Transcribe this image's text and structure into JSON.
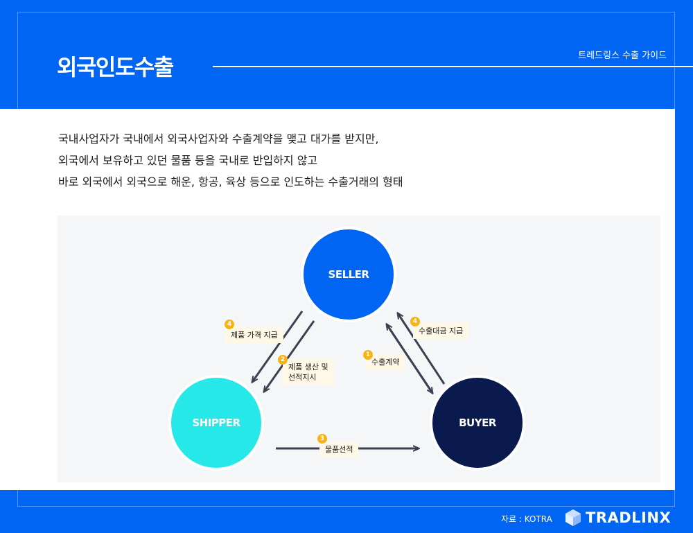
{
  "header": {
    "title": "외국인도수출",
    "guide": "트레드링스 수출 가이드"
  },
  "description": [
    "국내사업자가 국내에서 외국사업자와 수출계약을 맺고 대가를 받지만,",
    "외국에서 보유하고 있던 물품 등을 국내로 반입하지 않고",
    "바로 외국에서 외국으로 해운, 항공, 육상 등으로 인도하는 수출거래의 형태"
  ],
  "diagram": {
    "nodes": {
      "seller": {
        "label": "SELLER",
        "color": "#0065f2"
      },
      "shipper": {
        "label": "SHIPPER",
        "color": "#27e8e8"
      },
      "buyer": {
        "label": "BUYER",
        "color": "#0a1a4f"
      }
    },
    "steps": {
      "price_payment": {
        "num": "4",
        "label": "제품 가격 지급"
      },
      "production": {
        "num": "2",
        "label_line1": "제품 생산 및",
        "label_line2": "선적지시"
      },
      "contract": {
        "num": "1",
        "label": "수출계약"
      },
      "export_payment": {
        "num": "4",
        "label": "수출대금 지급"
      },
      "shipment": {
        "num": "3",
        "label": "물품선적"
      }
    },
    "arrow_color": "#3a4150",
    "badge_color": "#f5b316",
    "tag_color": "#fff8e6"
  },
  "footer": {
    "source": "자료 : KOTRA",
    "logo_text": "TRADLINX"
  }
}
